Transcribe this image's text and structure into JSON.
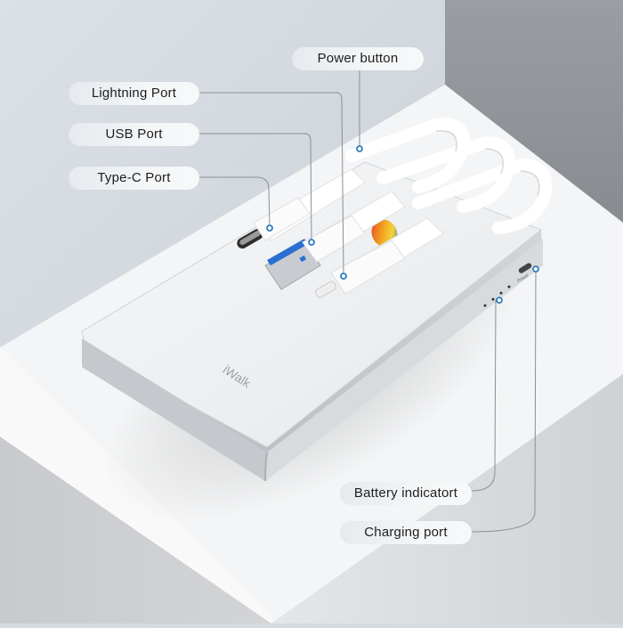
{
  "product": {
    "brand_mark": "iWalk",
    "power_marking": "Power"
  },
  "callouts": [
    {
      "id": "power-button",
      "label": "Power button"
    },
    {
      "id": "lightning-port",
      "label": "Lightning Port"
    },
    {
      "id": "usb-port",
      "label": "USB Port"
    },
    {
      "id": "type-c-port",
      "label": "Type-C Port"
    },
    {
      "id": "battery-indicator",
      "label": "Battery indicatort"
    },
    {
      "id": "charging-port",
      "label": "Charging port"
    }
  ],
  "colors": {
    "callout_dot": "#2f7ec0",
    "leader_line": "#8a8f95",
    "usb_blue": "#2a6fd1",
    "background_wall": "#d5dbe0",
    "background_dark": "#999da2"
  }
}
